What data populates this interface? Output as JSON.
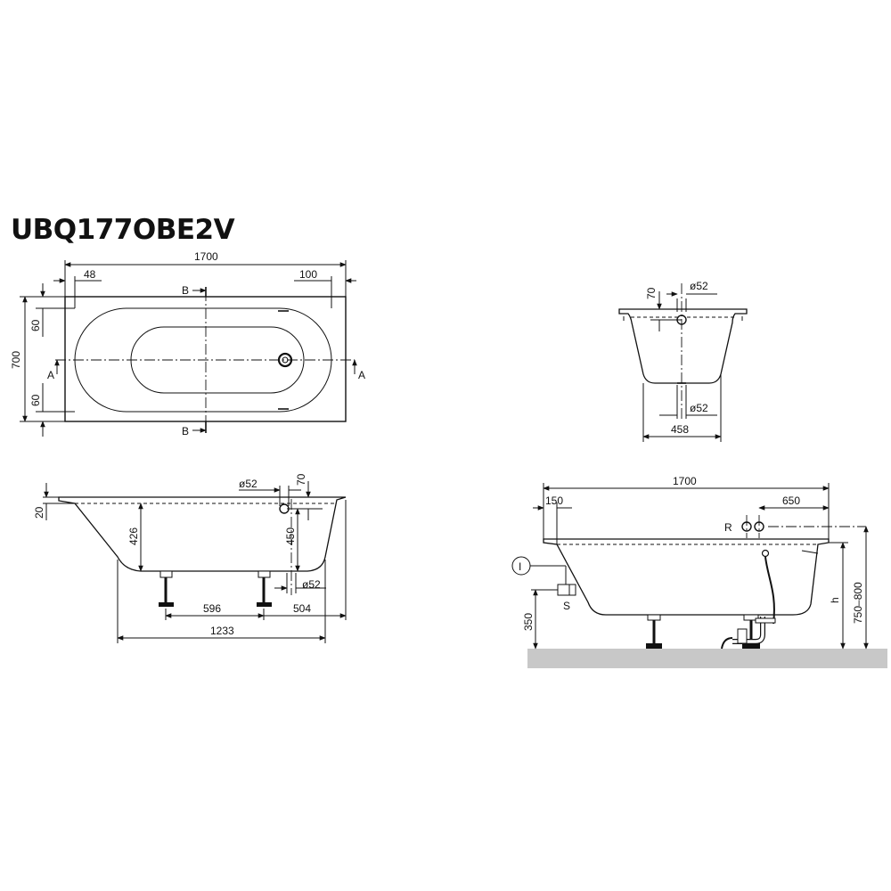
{
  "title": "UBQ177OBE2V",
  "top_view": {
    "overall_length": "1700",
    "left_offset": "48",
    "right_offset": "100",
    "width": "700",
    "rim_top": "60",
    "rim_bottom": "60",
    "section_b": "B",
    "section_a": "A"
  },
  "end_section": {
    "rim": "70",
    "overflow_dia": "ø52",
    "drain_dia": "ø52",
    "bottom_width": "458"
  },
  "side_view": {
    "rim_height": "20",
    "depth": "426",
    "overflow_dia": "ø52",
    "overflow_rim": "70",
    "overflow_height": "450",
    "drain_dia": "ø52",
    "foot_span": "596",
    "foot_offset": "504",
    "base_length": "1233"
  },
  "install_view": {
    "overall_length": "1700",
    "left_offset": "150",
    "valve_offset": "650",
    "label_r": "R",
    "label_i": "I",
    "label_s": "S",
    "supply_height": "350",
    "label_h": "h",
    "total_height": "750–800"
  }
}
